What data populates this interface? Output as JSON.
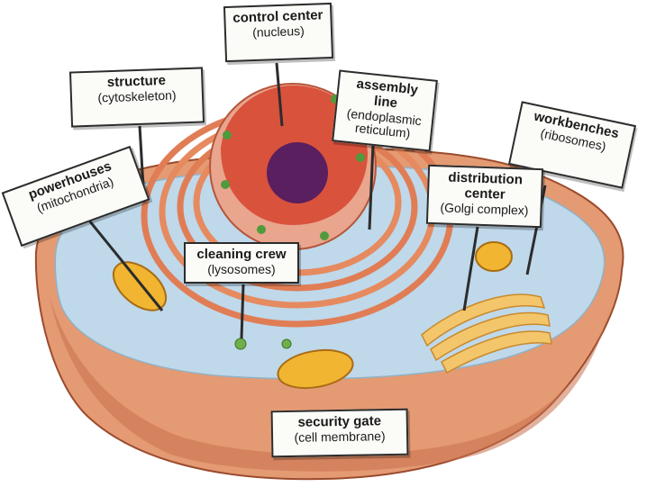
{
  "colors": {
    "membrane": "#e49a72",
    "cytoplasm": "#bfd8ea",
    "nucleus": "#d9523c",
    "nucleolus": "#5a1f5e",
    "er": "#e68a5f",
    "mitochondria": "#f2b531",
    "golgi": "#f4c66b",
    "ribosome": "#4f9a3c"
  },
  "labels": {
    "nucleus": {
      "title": "control center",
      "sub": "(nucleus)"
    },
    "cytoskeleton": {
      "title": "structure",
      "sub": "(cytoskeleton)"
    },
    "er": {
      "title": "assembly line",
      "sub1": "(endoplasmic",
      "sub2": "reticulum)"
    },
    "ribosomes": {
      "title": "workbenches",
      "sub": "(ribosomes)"
    },
    "mitochondria": {
      "title": "powerhouses",
      "sub": "(mitochondria)"
    },
    "golgi": {
      "title1": "distribution",
      "title2": "center",
      "sub": "(Golgi complex)"
    },
    "lysosomes": {
      "title": "cleaning crew",
      "sub": "(lysosomes)"
    },
    "membrane": {
      "title": "security gate",
      "sub": "(cell membrane)"
    }
  }
}
